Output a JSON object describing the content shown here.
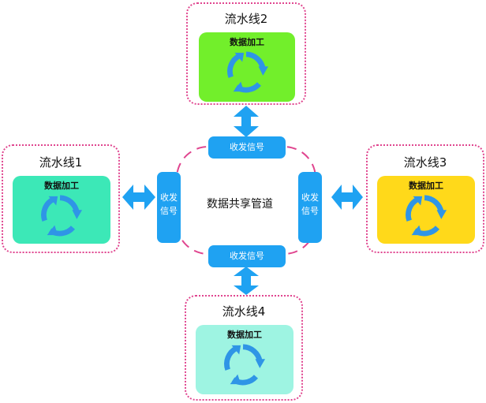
{
  "pipelines": {
    "p1": {
      "title": "流水线1",
      "process": "数据加工",
      "color": "#3ce8b7"
    },
    "p2": {
      "title": "流水线2",
      "process": "数据加工",
      "color": "#72ef2b"
    },
    "p3": {
      "title": "流水线3",
      "process": "数据加工",
      "color": "#ffd91a"
    },
    "p4": {
      "title": "流水线4",
      "process": "数据加工",
      "color": "#9ef4e2"
    }
  },
  "shared_pipe": {
    "label": "数据共享管道"
  },
  "signals": {
    "top": "收发信号",
    "bottom": "收发信号",
    "left_line1": "收发",
    "left_line2": "信号",
    "right_line1": "收发",
    "right_line2": "信号"
  },
  "colors": {
    "border_dotted": "#e0458f",
    "signal_blue": "#1fa2f2",
    "icon_blue": "#2f95e6"
  }
}
